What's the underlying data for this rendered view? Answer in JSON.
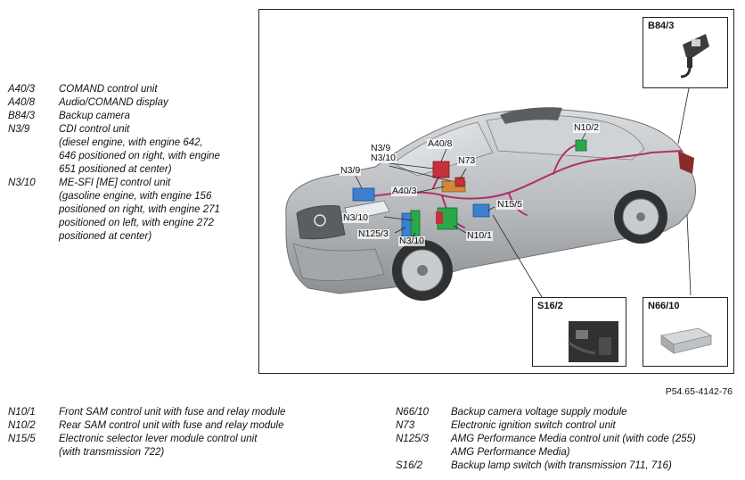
{
  "legend_left": [
    {
      "code": "A40/3",
      "desc": [
        "COMAND control unit"
      ]
    },
    {
      "code": "A40/8",
      "desc": [
        "Audio/COMAND display"
      ]
    },
    {
      "code": "B84/3",
      "desc": [
        "Backup camera"
      ]
    },
    {
      "code": "N3/9",
      "desc": [
        "CDI control unit",
        "(diesel engine, with engine 642,",
        "646 positioned on right, with engine",
        "651 positioned at center)"
      ]
    },
    {
      "code": "N3/10",
      "desc": [
        "ME-SFI [ME] control unit",
        "(gasoline engine, with engine 156",
        "positioned on right, with engine 271",
        "positioned on left, with engine 272",
        "positioned at center)"
      ]
    }
  ],
  "legend_bottom_left": [
    {
      "code": "N10/1",
      "desc": [
        "Front SAM control unit with fuse and relay module"
      ]
    },
    {
      "code": "N10/2",
      "desc": [
        "Rear SAM control unit with fuse and relay module"
      ]
    },
    {
      "code": "N15/5",
      "desc": [
        "Electronic selector lever module control unit",
        "(with transmission 722)"
      ]
    }
  ],
  "legend_bottom_right": [
    {
      "code": "N66/10",
      "desc": [
        "Backup camera voltage supply module"
      ]
    },
    {
      "code": "N73",
      "desc": [
        "Electronic ignition switch control unit"
      ]
    },
    {
      "code": "N125/3",
      "desc": [
        "AMG Performance Media control unit (with code (255)",
        "AMG Performance Media)"
      ]
    },
    {
      "code": "S16/2",
      "desc": [
        "Backup lamp switch (with transmission 711, 716)"
      ]
    }
  ],
  "insets": {
    "b84_3": "B84/3",
    "s16_2": "S16/2",
    "n66_10": "N66/10"
  },
  "callouts": {
    "n3_9_top": "N3/9",
    "n3_10_top": "N3/10",
    "a40_8": "A40/8",
    "n73": "N73",
    "n10_2": "N10/2",
    "n3_9_left": "N3/9",
    "a40_3": "A40/3",
    "n15_5": "N15/5",
    "n3_10_left": "N3/10",
    "n125_3": "N125/3",
    "n3_10_bottom": "N3/10",
    "n10_1": "N10/1"
  },
  "reference": "P54.65-4142-76",
  "colors": {
    "car_body": "#b9bcbf",
    "harness": "#b0306a",
    "module_blue": "#3d7fd0",
    "module_green": "#2aa84a",
    "module_red": "#c7303a"
  }
}
